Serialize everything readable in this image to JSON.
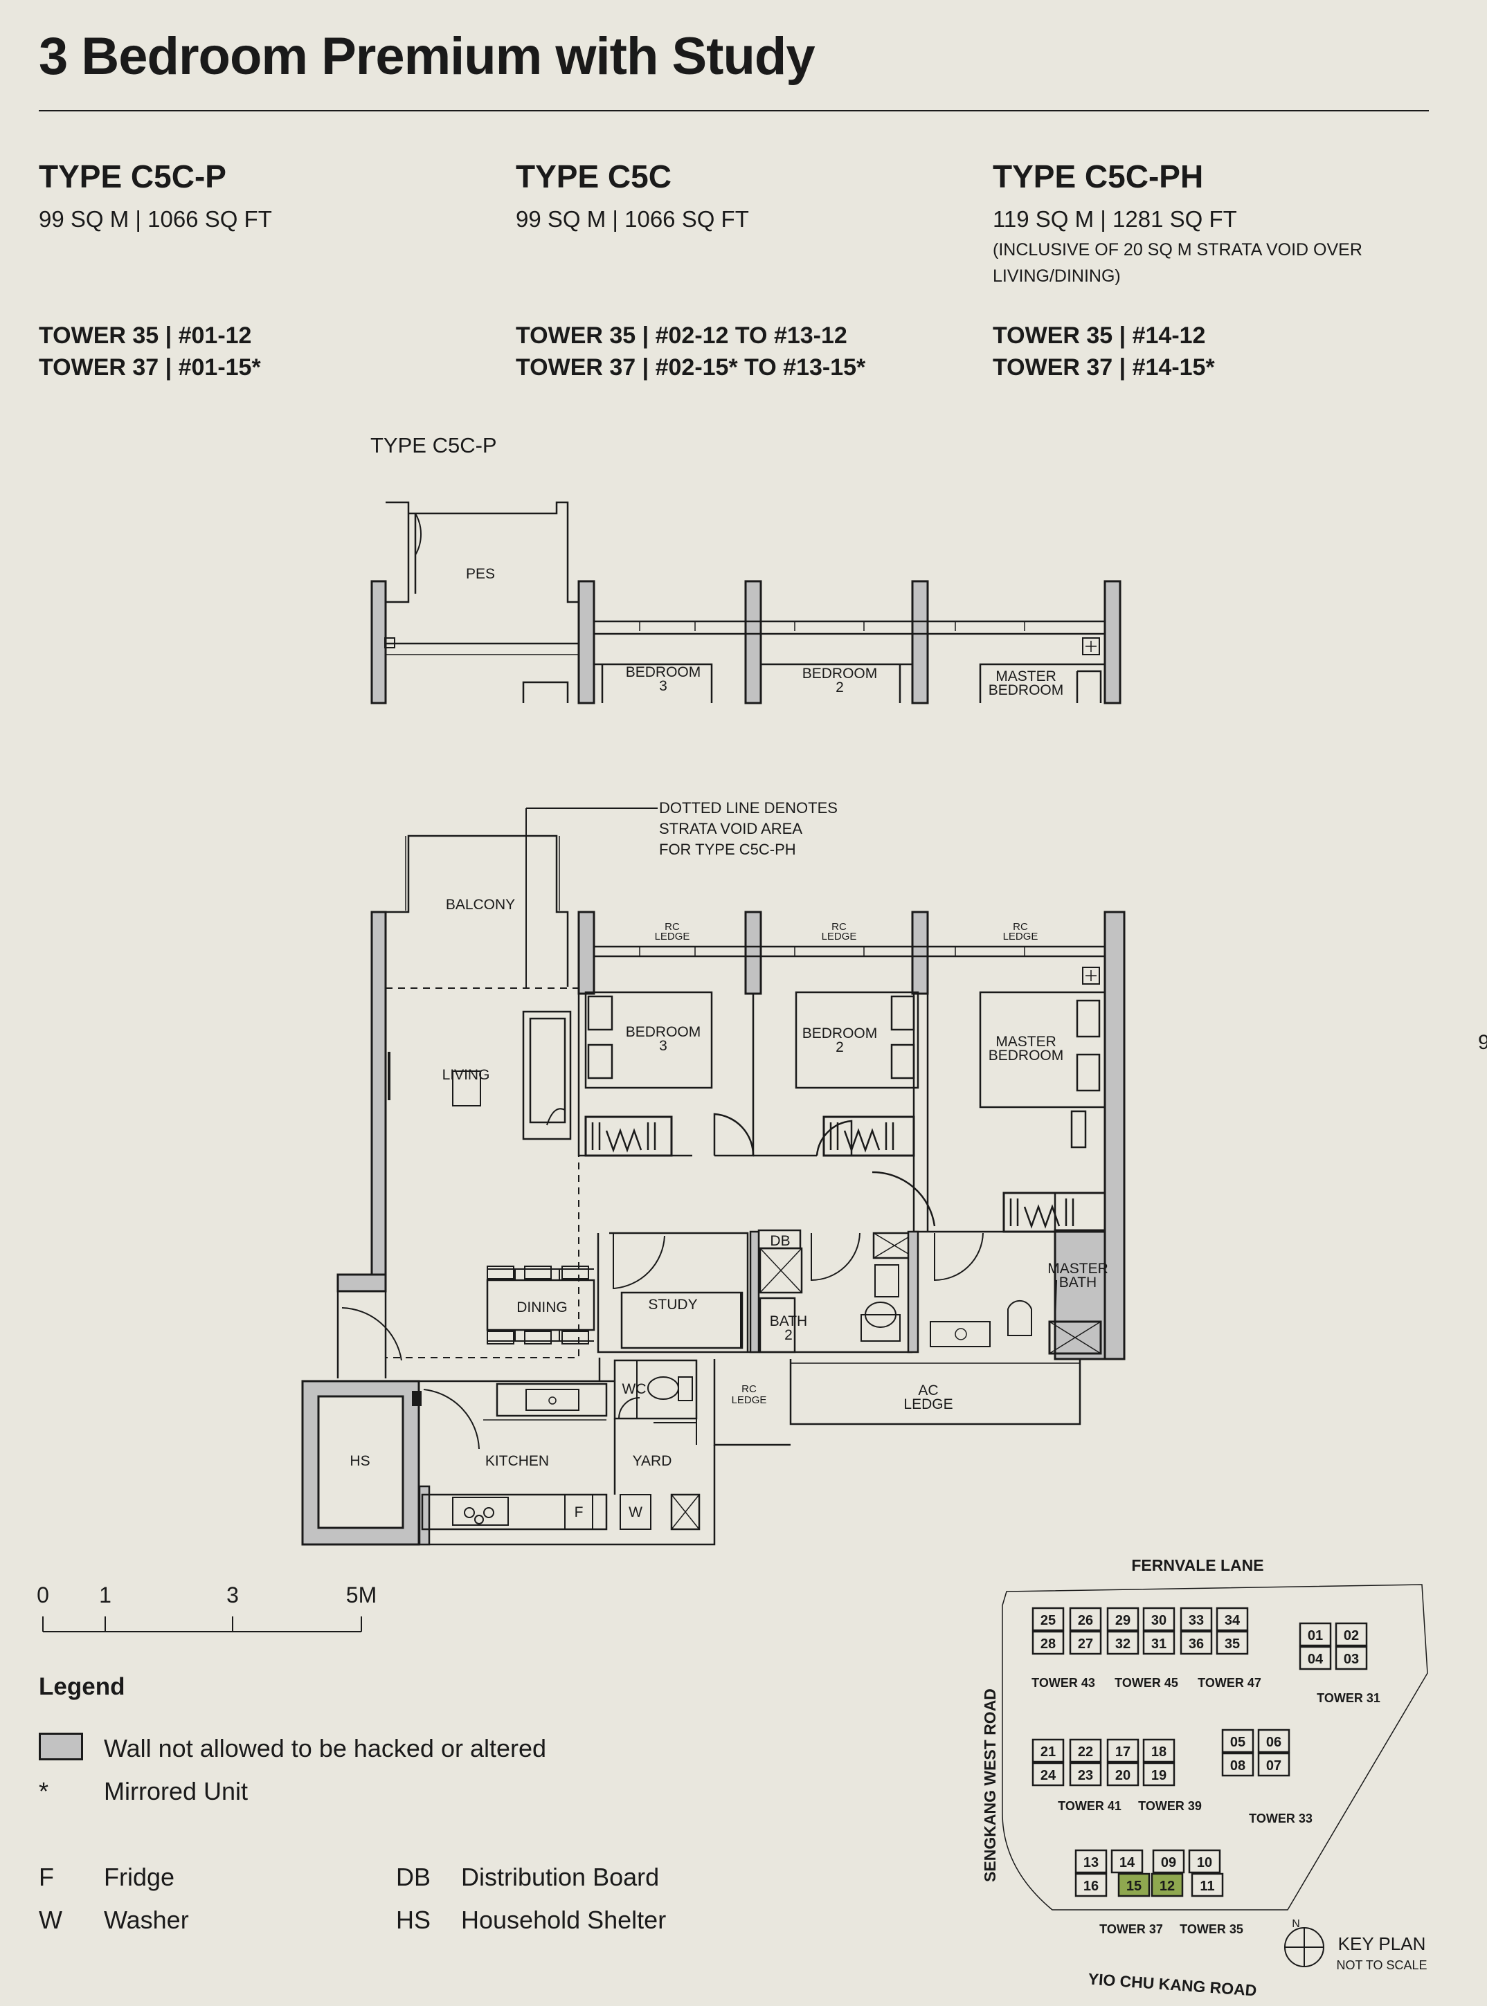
{
  "title": "3 Bedroom Premium with Study",
  "types": [
    {
      "name": "TYPE C5C-P",
      "area": "99 SQ M | 1066 SQ FT",
      "note": "",
      "towers": [
        "TOWER 35 | #01-12",
        "TOWER 37 | #01-15*"
      ]
    },
    {
      "name": "TYPE C5C",
      "area": "99 SQ M | 1066 SQ FT",
      "note": "",
      "towers": [
        "TOWER 35 | #02-12 TO #13-12",
        "TOWER 37 | #02-15* TO #13-15*"
      ]
    },
    {
      "name": "TYPE C5C-PH",
      "area": "119 SQ M | 1281 SQ FT",
      "note": "(INCLUSIVE OF 20 SQ M STRATA VOID OVER LIVING/DINING)",
      "towers": [
        "TOWER 35 | #14-12",
        "TOWER 37 | #14-15*"
      ]
    }
  ],
  "plan_label": "TYPE C5C-P",
  "partial_plan": {
    "pes": "PES",
    "bedroom3": [
      "BEDROOM",
      "3"
    ],
    "bedroom2": [
      "BEDROOM",
      "2"
    ],
    "master": [
      "MASTER",
      "BEDROOM"
    ]
  },
  "rooms": {
    "balcony": "BALCONY",
    "living": "LIVING",
    "dining": "DINING",
    "bedroom3": [
      "BEDROOM",
      "3"
    ],
    "bedroom2": [
      "BEDROOM",
      "2"
    ],
    "master": [
      "MASTER",
      "BEDROOM"
    ],
    "rc_ledge": [
      "RC",
      "LEDGE"
    ],
    "study": "STUDY",
    "db": "DB",
    "bath2": [
      "BATH",
      "2"
    ],
    "master_bath": [
      "MASTER",
      "BATH"
    ],
    "wc": "WC",
    "ac_ledge": [
      "AC",
      "LEDGE"
    ],
    "hs": "HS",
    "kitchen": "KITCHEN",
    "yard": "YARD",
    "fridge": "F",
    "washer": "W"
  },
  "annotation": [
    "DOTTED LINE DENOTES",
    "STRATA VOID AREA",
    "FOR TYPE  C5C-PH"
  ],
  "scale": [
    "0",
    "1",
    "3",
    "5M"
  ],
  "legend": {
    "title": "Legend",
    "wall": "Wall not allowed to be hacked or altered",
    "mirrored_symbol": "*",
    "mirrored": "Mirrored Unit",
    "abbrev": [
      {
        "key": "F",
        "label": "Fridge"
      },
      {
        "key": "W",
        "label": "Washer"
      },
      {
        "key": "DB",
        "label": "Distribution Board"
      },
      {
        "key": "HS",
        "label": "Household Shelter"
      }
    ]
  },
  "keyplan": {
    "roads": {
      "fernvale": "FERNVALE LANE",
      "sengkang": "SENGKANG WEST ROAD",
      "yio": "YIO CHU KANG ROAD"
    },
    "units": [
      "25",
      "26",
      "29",
      "30",
      "33",
      "34",
      "28",
      "27",
      "32",
      "31",
      "36",
      "35",
      "01",
      "02",
      "04",
      "03",
      "21",
      "22",
      "17",
      "18",
      "24",
      "23",
      "20",
      "19",
      "05",
      "06",
      "08",
      "07",
      "13",
      "14",
      "09",
      "10",
      "16",
      "15",
      "12",
      "11"
    ],
    "towers": [
      "TOWER 43",
      "TOWER 45",
      "TOWER 47",
      "TOWER 31",
      "TOWER 41",
      "TOWER 39",
      "TOWER 33",
      "TOWER 37",
      "TOWER 35"
    ],
    "north": "N",
    "label": "KEY PLAN",
    "sublabel": "NOT TO SCALE",
    "highlight_color": "#8fa84f"
  },
  "edge_fragment": "9",
  "colors": {
    "background": "#e9e7de",
    "wall": "#c2c2c2",
    "ink": "#1a1a1a"
  }
}
